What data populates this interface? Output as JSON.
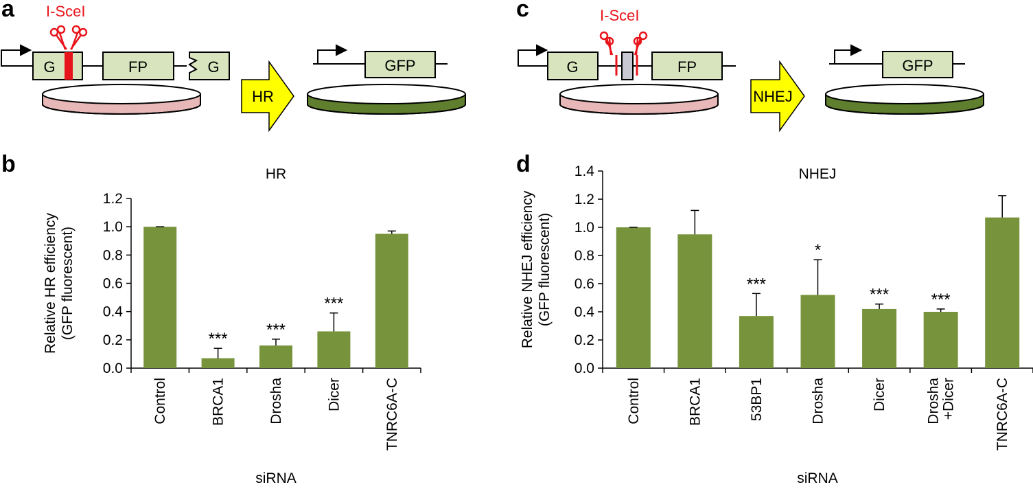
{
  "panel_letters": {
    "a": "a",
    "b": "b",
    "c": "c",
    "d": "d"
  },
  "panel_a": {
    "enzyme_label": "I-SceI",
    "reporter_boxes": [
      "G",
      "FP",
      "G"
    ],
    "arrow_label": "HR",
    "result_box": "GFP"
  },
  "panel_c": {
    "enzyme_label": "I-SceI",
    "reporter_boxes": [
      "G",
      "FP"
    ],
    "arrow_label": "NHEJ",
    "result_box": "GFP"
  },
  "colors": {
    "bar": "#77933c",
    "dish_before": "#e8b8b8",
    "dish_after": "#5f7f2e",
    "box_fill": "#d7e4bd",
    "arrow": "#ffff00",
    "red": "#e8141b",
    "cut_site": "#c8c8d2"
  },
  "chart_data": [
    {
      "type": "bar",
      "title": "HR",
      "ylabel_lines": [
        "Relative HR efficiency",
        "(GFP fluorescent)"
      ],
      "xlabel": "siRNA",
      "ylim": [
        0,
        1.2
      ],
      "yticks": [
        "0.0",
        "0.2",
        "0.4",
        "0.6",
        "0.8",
        "1.0",
        "1.2"
      ],
      "categories": [
        [
          "Control"
        ],
        [
          "BRCA1"
        ],
        [
          "Drosha"
        ],
        [
          "Dicer"
        ],
        [
          "TNRC6A-C"
        ]
      ],
      "values": [
        1.0,
        0.07,
        0.16,
        0.26,
        0.95
      ],
      "errors": [
        0.0,
        0.07,
        0.045,
        0.13,
        0.02
      ],
      "significance": [
        "",
        "***",
        "***",
        "***",
        ""
      ]
    },
    {
      "type": "bar",
      "title": "NHEJ",
      "ylabel_lines": [
        "Relative NHEJ efficiency",
        "(GFP fluorescent)"
      ],
      "xlabel": "siRNA",
      "ylim": [
        0,
        1.4
      ],
      "yticks": [
        "0.0",
        "0.2",
        "0.4",
        "0.6",
        "0.8",
        "1.0",
        "1.2",
        "1.4"
      ],
      "categories": [
        [
          "Control"
        ],
        [
          "BRCA1"
        ],
        [
          "53BP1"
        ],
        [
          "Drosha"
        ],
        [
          "Dicer"
        ],
        [
          "Drosha",
          "+Dicer"
        ],
        [
          "TNRC6A-C"
        ]
      ],
      "values": [
        1.0,
        0.95,
        0.37,
        0.52,
        0.42,
        0.4,
        1.07
      ],
      "errors": [
        0.0,
        0.17,
        0.16,
        0.25,
        0.035,
        0.02,
        0.155
      ],
      "significance": [
        "",
        "",
        "***",
        "*",
        "***",
        "***",
        ""
      ]
    }
  ]
}
